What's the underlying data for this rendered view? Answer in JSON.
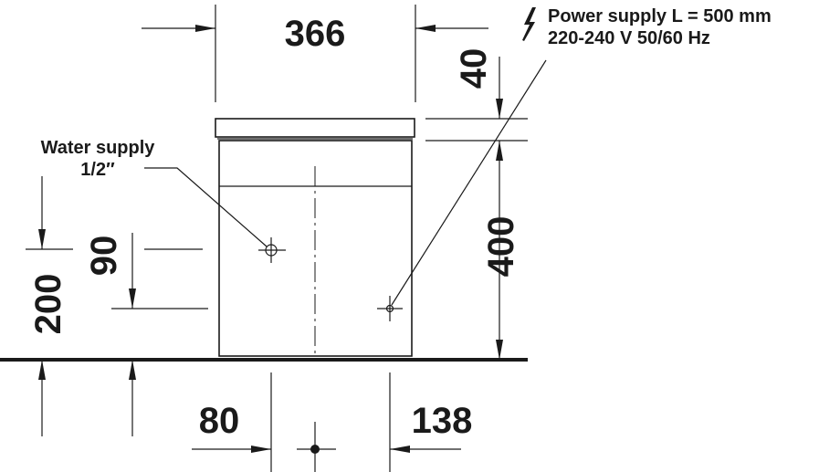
{
  "dimensions": {
    "width": "366",
    "lid_height": "40",
    "total_height": "400",
    "water_supply_height": "200",
    "power_supply_offset": "90",
    "left_offset": "80",
    "right_offset": "138"
  },
  "notes": {
    "water_supply_line1": "Water supply",
    "water_supply_line2": "1/2″",
    "power_supply_line1": "Power supply L = 500 mm",
    "power_supply_line2": "220-240 V  50/60 Hz"
  },
  "icons": {
    "power": "lightning-bolt-icon"
  }
}
